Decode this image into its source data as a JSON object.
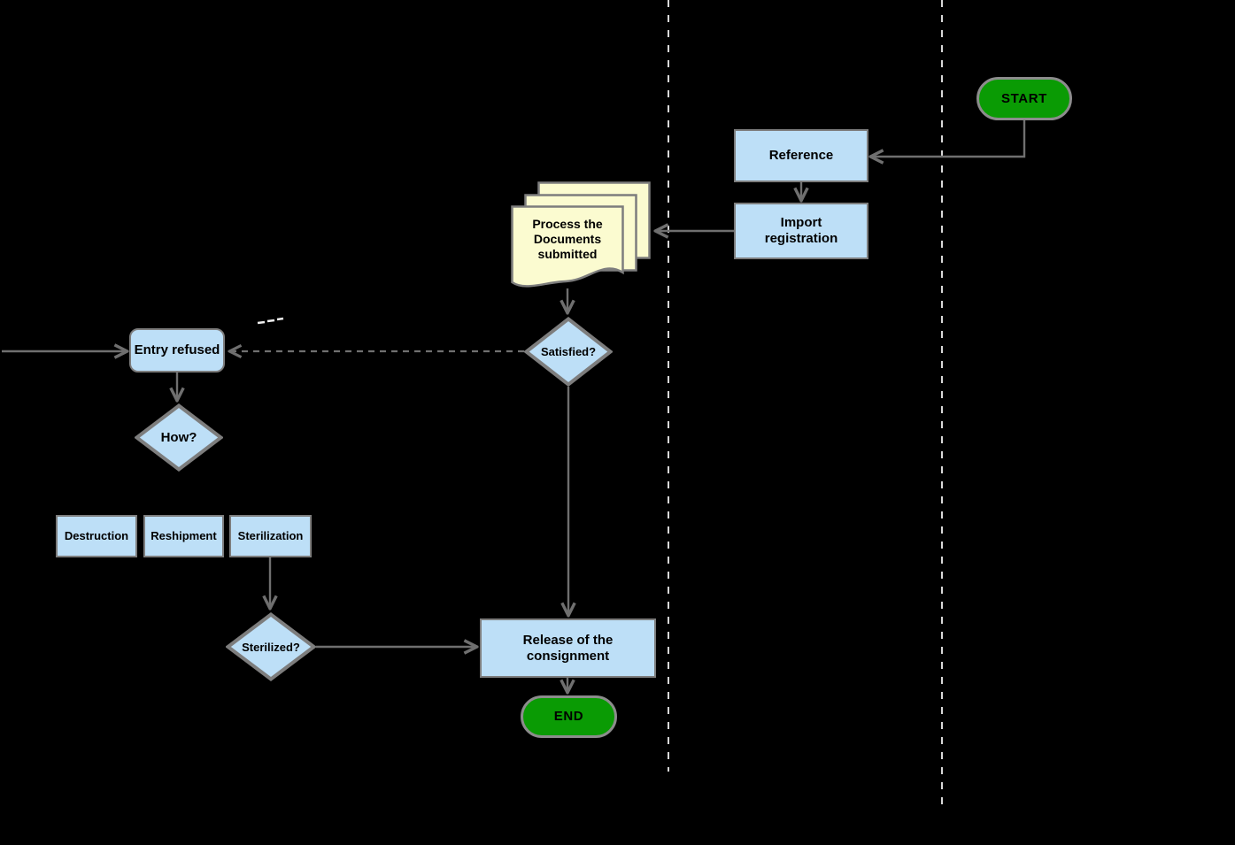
{
  "diagram": {
    "colors": {
      "canvas_bg": "#000000",
      "process_fill": "#bddff7",
      "terminator_fill": "#0a9b04",
      "document_fill": "#fbfbd0",
      "shape_border": "#7d7d7d",
      "connector": "#6f6f6f",
      "lane_divider": "#d8d8d8",
      "label_text": "#000000"
    },
    "nodes": {
      "start": "START",
      "reference": "Reference",
      "import_registration": "Import registration",
      "process_documents": "Process the Documents submitted",
      "satisfied": "Satisfied?",
      "entry_refused": "Entry refused",
      "how": "How?",
      "destruction": "Destruction",
      "reshipment": "Reshipment",
      "sterilization": "Sterilization",
      "sterilized": "Sterilized?",
      "release": "Release of the consignment",
      "end": "END"
    }
  }
}
